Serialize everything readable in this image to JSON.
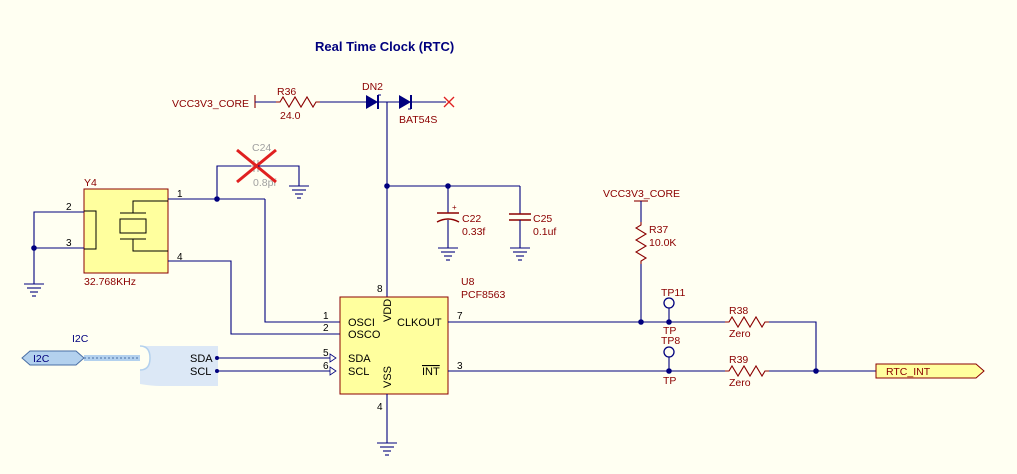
{
  "title": "Real Time Clock (RTC)",
  "power": {
    "core_left": "VCC3V3_CORE",
    "core_right": "VCC3V3_CORE"
  },
  "r36": {
    "ref": "R36",
    "value": "24.0"
  },
  "dn2": {
    "ref": "DN2",
    "part": "BAT54S"
  },
  "c24": {
    "ref": "C24",
    "value": "0.8pf"
  },
  "c22": {
    "ref": "C22",
    "value": "0.33f"
  },
  "c25": {
    "ref": "C25",
    "value": "0.1uf"
  },
  "y4": {
    "ref": "Y4",
    "value": "32.768KHz",
    "pins": [
      "1",
      "2",
      "3",
      "4"
    ]
  },
  "u8": {
    "ref": "U8",
    "part": "PCF8563",
    "pin_names": {
      "osci": "OSCI",
      "osco": "OSCO",
      "sda": "SDA",
      "scl": "SCL",
      "clkout": "CLKOUT",
      "int": "INT",
      "vdd": "VDD",
      "vss": "VSS"
    },
    "pin_numbers": {
      "osci": "1",
      "osco": "2",
      "sda": "5",
      "scl": "6",
      "clkout": "7",
      "int": "3",
      "vdd": "8",
      "vss": "4"
    }
  },
  "r37": {
    "ref": "R37",
    "value": "10.0K"
  },
  "r38": {
    "ref": "R38",
    "value": "Zero"
  },
  "r39": {
    "ref": "R39",
    "value": "Zero"
  },
  "tp11": {
    "ref": "TP11",
    "value": "TP"
  },
  "tp8": {
    "ref": "TP8",
    "value": "TP"
  },
  "bus": {
    "label": "I2C",
    "port": "I2C",
    "sda": "SDA",
    "scl": "SCL"
  },
  "rtc_int_port": "RTC_INT",
  "colors": {
    "wire": "#00007e",
    "component": "#8b0000",
    "chip_fill": "#ffff9e",
    "port_fill": "#ffff9e",
    "bus_port_fill": "#b3d1ee",
    "dnp_mark": "#e02020"
  }
}
